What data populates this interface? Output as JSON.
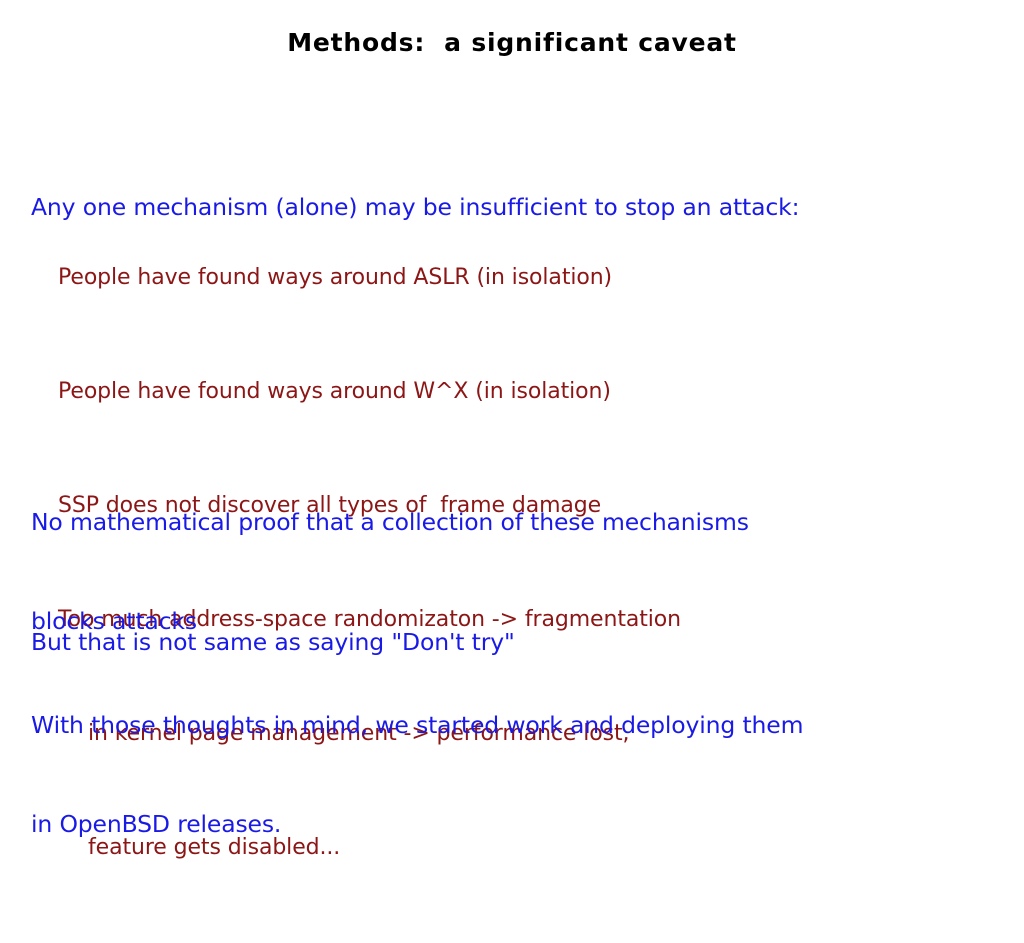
{
  "slide": {
    "title": "Methods:  a significant caveat",
    "colors": {
      "background": "#ffffff",
      "title": "#000000",
      "primary_text": "#1a1ae6",
      "secondary_text": "#8c1616"
    },
    "blocks": {
      "intro": {
        "lines": [
          "Any one mechanism (alone) may be insufficient to stop an attack:"
        ]
      },
      "bullets": {
        "lines": [
          "People have found ways around ASLR (in isolation)",
          "People have found ways around W^X (in isolation)",
          "SSP does not discover all types of  frame damage",
          "Too much address-space randomizaton -> fragmentation"
        ],
        "sub_lines": [
          "in kernel page management -> performance lost,",
          "feature gets disabled..."
        ]
      },
      "no_proof": {
        "lines": [
          "No mathematical proof that a collection of these mechanisms",
          "blocks attacks"
        ]
      },
      "but_that": {
        "lines": [
          "But that is not same as saying \"Don't try\""
        ]
      },
      "with_those": {
        "lines": [
          "With those thoughts in mind, we started work and deploying them",
          "in OpenBSD releases."
        ]
      }
    }
  }
}
